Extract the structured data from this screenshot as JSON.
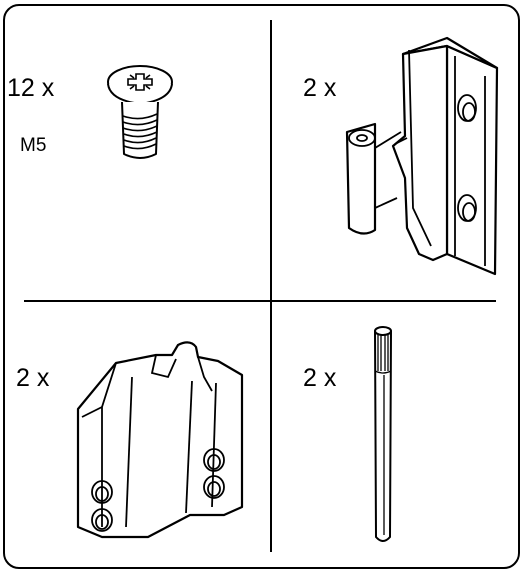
{
  "cells": [
    {
      "id": "screw",
      "quantity": "12 x",
      "spec": "M5",
      "icon": "screw-icon"
    },
    {
      "id": "upper-hinge",
      "quantity": "2 x",
      "icon": "hinge-bracket-icon"
    },
    {
      "id": "lower-bracket",
      "quantity": "2 x",
      "icon": "mounting-bracket-icon"
    },
    {
      "id": "pin",
      "quantity": "2 x",
      "icon": "hinge-pin-icon"
    }
  ]
}
